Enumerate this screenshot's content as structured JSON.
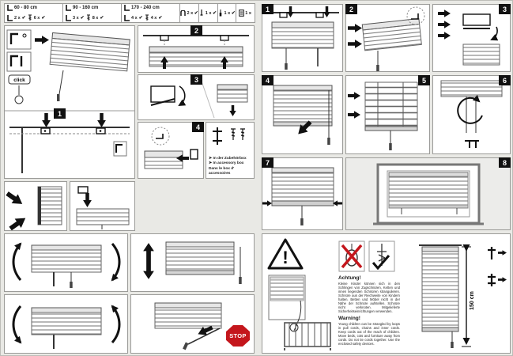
{
  "parts_bar": {
    "check": "✔",
    "groups": [
      {
        "range": "60 - 80 cm",
        "bracket_qty": "2 x",
        "screw_qty": "6 x"
      },
      {
        "range": "90 - 160 cm",
        "bracket_qty": "3 x",
        "screw_qty": "8 x"
      },
      {
        "range": "170 - 240 cm",
        "bracket_qty": "4 x",
        "screw_qty": "4 x"
      }
    ],
    "extras": [
      {
        "qty": "2 x",
        "check": "✔"
      },
      {
        "qty": "1 x",
        "check": "✔"
      },
      {
        "qty": "1 x",
        "check": "✔"
      },
      {
        "qty": "1 x",
        "check": ""
      }
    ]
  },
  "steps": [
    "1",
    "2",
    "3",
    "4",
    "5",
    "6",
    "7",
    "8"
  ],
  "labels": {
    "click": "click",
    "stop": "STOP",
    "exclamation": "!",
    "height": "150 cm"
  },
  "accessory_note": {
    "bullet": "➤",
    "line1": "In der Zubehörbox",
    "line2": "In accessory box",
    "line3": "Dans le box d' accessoires"
  },
  "warning_text": {
    "achtung_title": "Achtung!",
    "achtung_body": "Kleine Kinder können sich in den Schlingen von Zugschnüren, Ketten und innen liegenden Schnüren strangulieren. Schnüre aus der Reichweite von Kindern halten. Betten und Möbel nicht in der Nähe der Schnüre aufstellen. Schnüre nicht verknoten. Mitgelieferte Sicherheitseinrichtungen verwenden.",
    "warning_title": "Warning!",
    "warning_body": "Young children can be strangled by loops in pull cords, chains and inner cords. Keep cords out of the reach of children. Move beds, cots and furniture away from cords. Do not tie cords together. Use the enclosed safety devices."
  }
}
